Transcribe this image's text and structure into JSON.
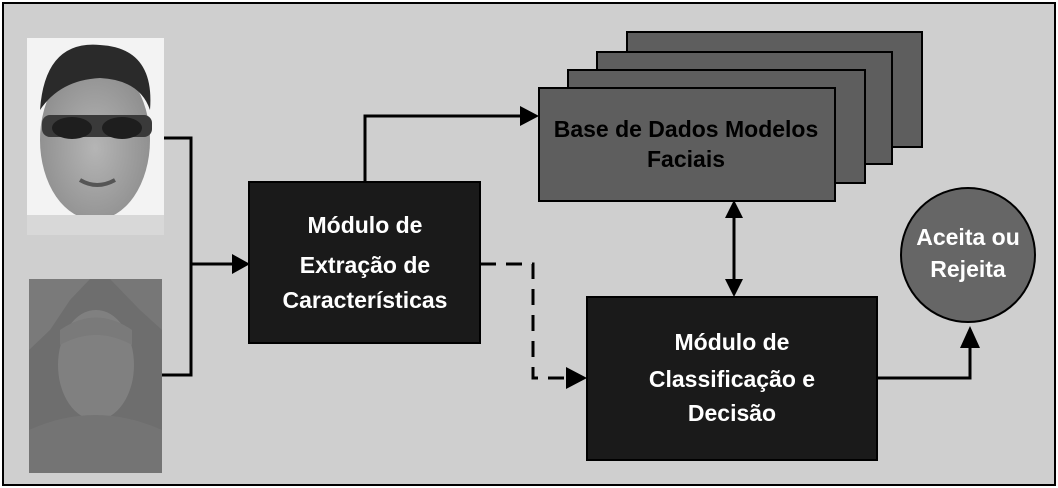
{
  "nodes": {
    "database": {
      "line1": "Base de Dados Modelos",
      "line2": "Faciais"
    },
    "extraction": {
      "line1": "Módulo de",
      "line2": "Extração de",
      "line3": "Características"
    },
    "classification": {
      "line1": "Módulo de",
      "line2": "Classificação e",
      "line3": "Decisão"
    },
    "result": {
      "line1": "Aceita ou",
      "line2": "Rejeita"
    }
  },
  "images": {
    "top": "face-photo-grayscale",
    "bottom": "face-depth-map"
  },
  "colors": {
    "background": "#cfcfcf",
    "dark_box": "#1a1a1a",
    "db_stack": "#5e5e5e",
    "circle": "#666666",
    "light_text": "#ffffff",
    "dark_text": "#000000"
  }
}
